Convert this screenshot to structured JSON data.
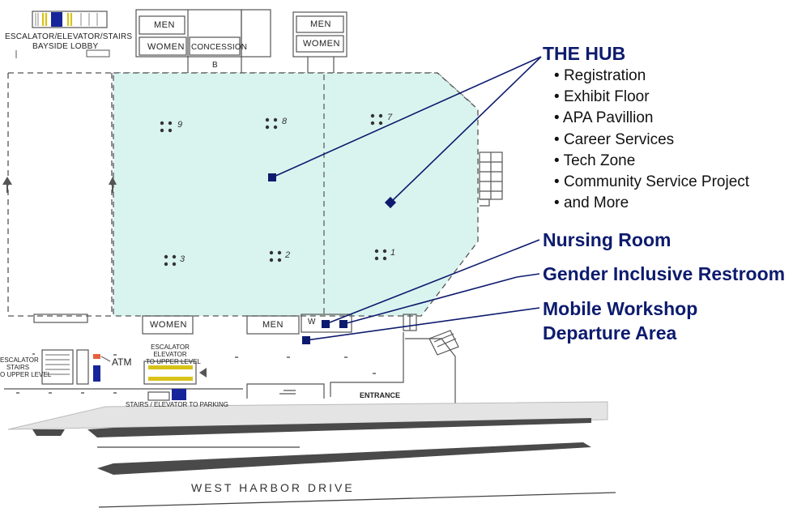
{
  "map": {
    "top_left_label": "ESCALATOR/ELEVATOR/STAIRS",
    "top_left_label2": "BAYSIDE LOBBY",
    "men_top1": "MEN",
    "women_top1": "WOMEN",
    "concession": "CONCESSION",
    "b_label": "B",
    "men_top2": "MEN",
    "women_top2": "WOMEN",
    "women_bottom": "WOMEN",
    "men_bottom": "MEN",
    "w_label": "W",
    "entrance": "ENTRANCE",
    "atm": "ATM",
    "escalator_left": "ESCALATOR\nSTAIRS\nO UPPER LEVEL",
    "escalator_mid": "ESCALATOR\nELEVATOR\nTO UPPER LEVEL",
    "stairs_parking": "STAIRS / ELEVATOR TO PARKING",
    "street": "WEST HARBOR DRIVE",
    "sections": [
      "9",
      "8",
      "7",
      "3",
      "2",
      "1"
    ],
    "hub_fill": "#d9f4ef",
    "navy": "#0d1b6e"
  },
  "legend": {
    "hub_title": "THE HUB",
    "hub_items": [
      "Registration",
      "Exhibit Floor",
      "APA Pavillion",
      "Career Services",
      "Tech Zone",
      "Community Service Project",
      "and More"
    ],
    "nursing": "Nursing Room",
    "gender": "Gender Inclusive Restroom",
    "mobile1": "Mobile Workshop",
    "mobile2": "Departure Area"
  }
}
